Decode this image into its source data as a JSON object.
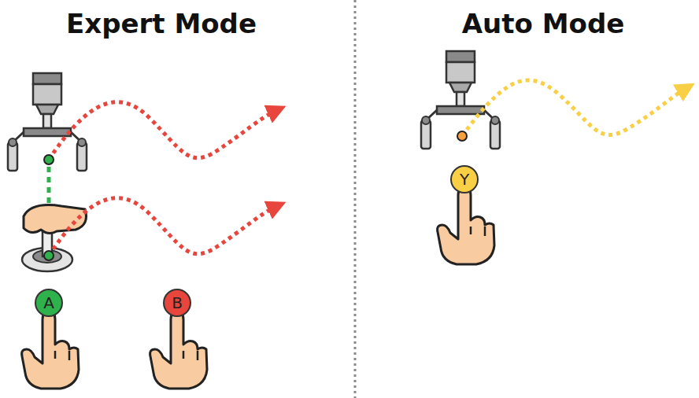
{
  "diagram": {
    "nodes": [
      {
        "text": [
          "A"
        ]
      },
      {
        "text": [
          "B"
        ]
      },
      {
        "text": [
          "Y"
        ]
      }
    ],
    "labels": [
      "Expert Mode",
      "Auto Mode"
    ]
  }
}
